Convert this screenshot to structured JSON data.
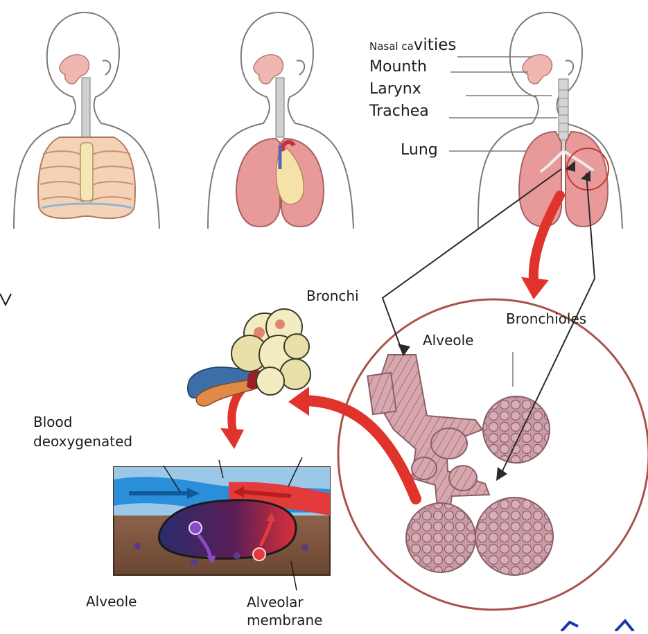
{
  "labels": {
    "nasal_small": "Nasal ca",
    "nasal_rest": "vities",
    "mouth": "Mounth",
    "larynx": "Larynx",
    "trachea": "Trachea",
    "lung": "Lung",
    "bronchi": "Bronchi",
    "bronchioles": "Bronchioles",
    "alveole_top": "Alveole",
    "blood_line1": "Blood",
    "blood_line2": "deoxygenated",
    "alveole_bottom": "Alveole",
    "membrane_line1": "Alveolar",
    "membrane_line2": "membrane"
  },
  "colors": {
    "outline": "#7a7a7a",
    "tissue_pink": "#f0b6b0",
    "lung_pink": "#e89a9a",
    "rib": "#f3d2b6",
    "spine": "#f5e6b4",
    "arrow_red": "#e0332b",
    "circle_border": "#a8524a",
    "alveoli": "#c99aa4",
    "blood_blue": "#2a8fd8",
    "blood_red": "#e33b3b",
    "pointer": "#2a2a2a"
  }
}
